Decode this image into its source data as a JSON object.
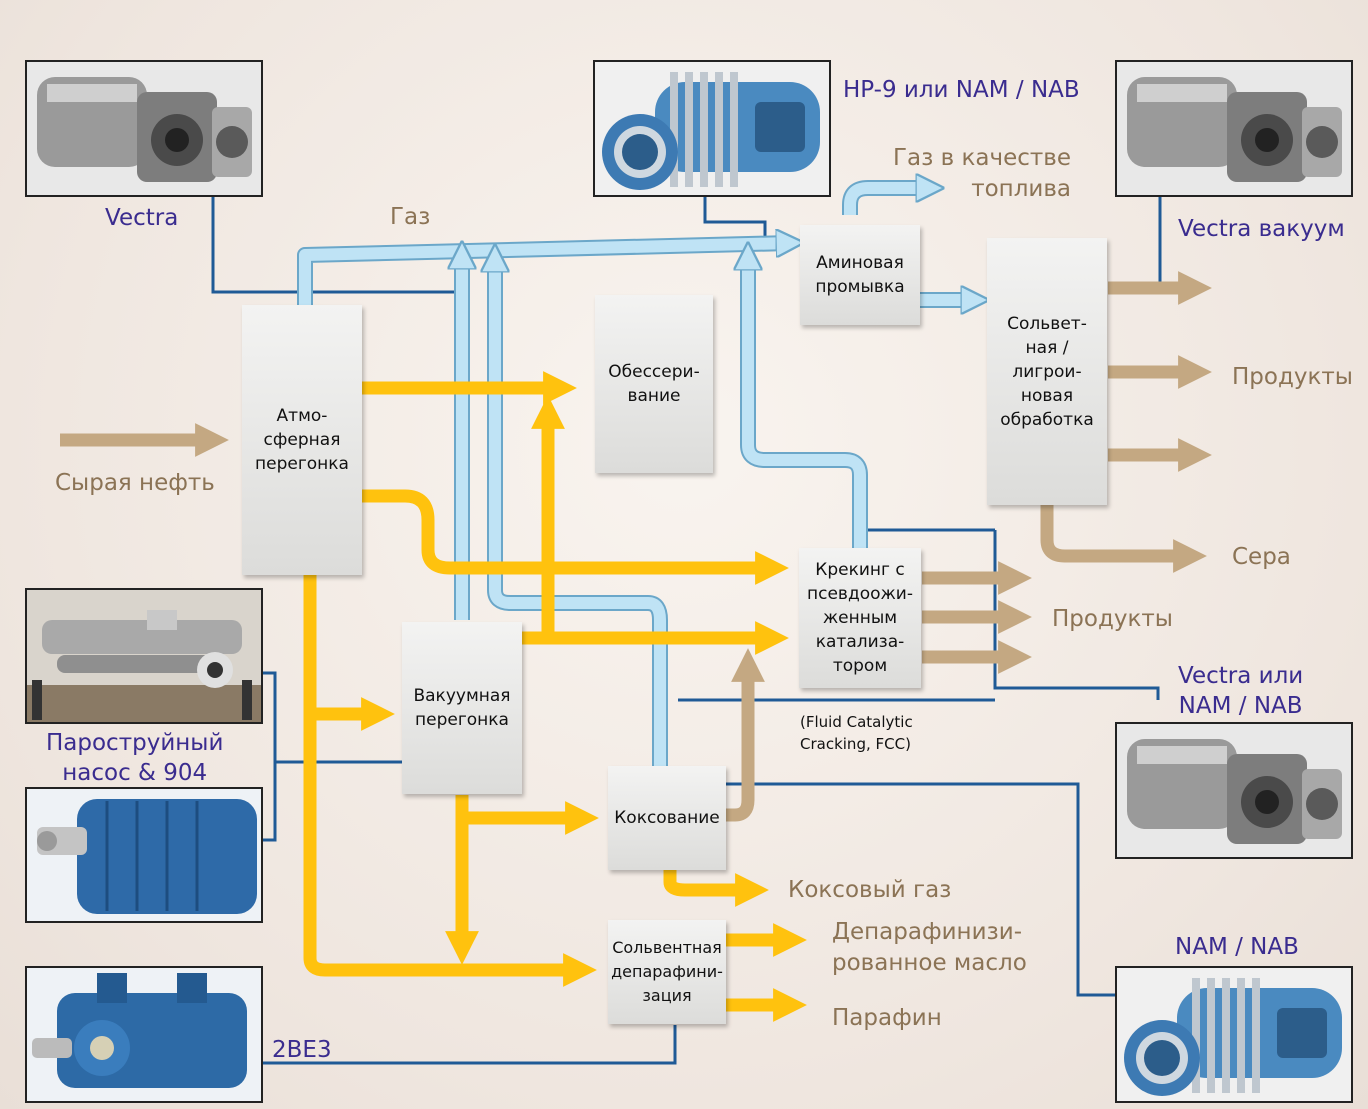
{
  "process_boxes": {
    "atmospheric": "Атмо-\nсферная\nперегонка",
    "desulfur": "Обессери-\nвание",
    "amine": "Аминовая\nпромывка",
    "solvent_naphtha": "Сольвет-\nная /\nлигрои-\nновая\nобработка",
    "fcc": "Крекинг с\nпсевдоожи-\nженным\nкатализа-\nтором",
    "vacuum": "Вакуумная\nперегонка",
    "coking": "Коксование",
    "dewax": "Сольвентная\nдепарафини-\nзация"
  },
  "flow_labels": {
    "gas": "Газ",
    "gas_fuel": "Газ в качестве\nтоплива",
    "crude": "Сырая нефть",
    "products_right": "Продукты",
    "sulfur": "Сера",
    "products_fcc": "Продукты",
    "fcc_note": "(Fluid Catalytic\nCracking, FCC)",
    "coke_gas": "Коксовый газ",
    "dewaxed_oil": "Депарафинизи-\nрованное масло",
    "paraffin": "Парафин"
  },
  "equipment_labels": {
    "vectra": "Vectra",
    "hp9": "HP-9 или NAM / NAB",
    "vectra_vacuum": "Vectra вакуум",
    "ejector": "Пароструйный\nнасос & 904",
    "vectra_nam": "Vectra или\nNAM / NAB",
    "nam_nab": "NAM / NAB",
    "be3": "2BE3"
  },
  "colors": {
    "gas_flow": "#bfe3f5",
    "gas_outline": "#6ba7c9",
    "oil_flow": "#ffc20e",
    "product_flow": "#c4a882",
    "vacuum_line": "#1f5a96",
    "label_blue": "#3a2c8f",
    "label_tan": "#8b7355"
  },
  "equipment_icons": [
    "vacuum-pump-photo",
    "liquid-ring-pump-photo",
    "ejector-photo",
    "motor-photo",
    "2be3-pump-photo"
  ]
}
